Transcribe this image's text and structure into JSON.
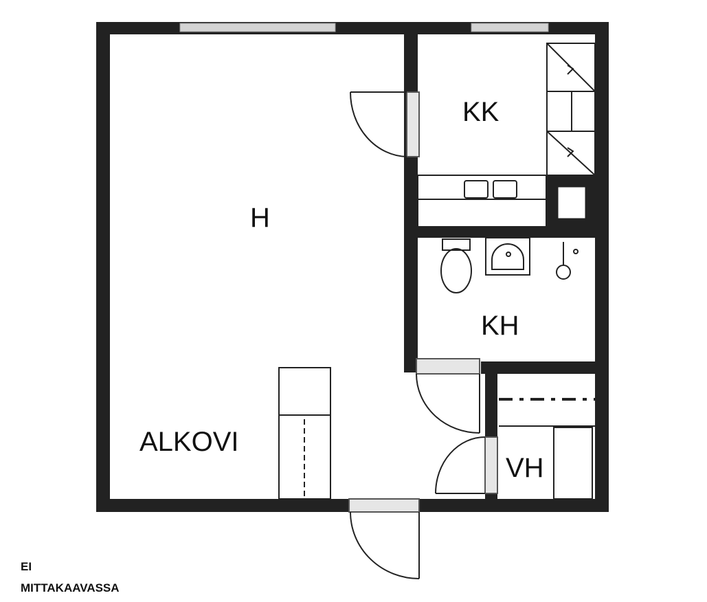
{
  "rooms": {
    "living": "H",
    "kitchen": "KK",
    "bathroom": "KH",
    "alcove": "ALKOVI",
    "wardrobe": "VH"
  },
  "note": {
    "line1": "EI",
    "line2": "MITTAKAAVASSA"
  },
  "colors": {
    "wall": "#222222",
    "window": "#d4d4d4",
    "door_frame": "#e6e6e6"
  }
}
